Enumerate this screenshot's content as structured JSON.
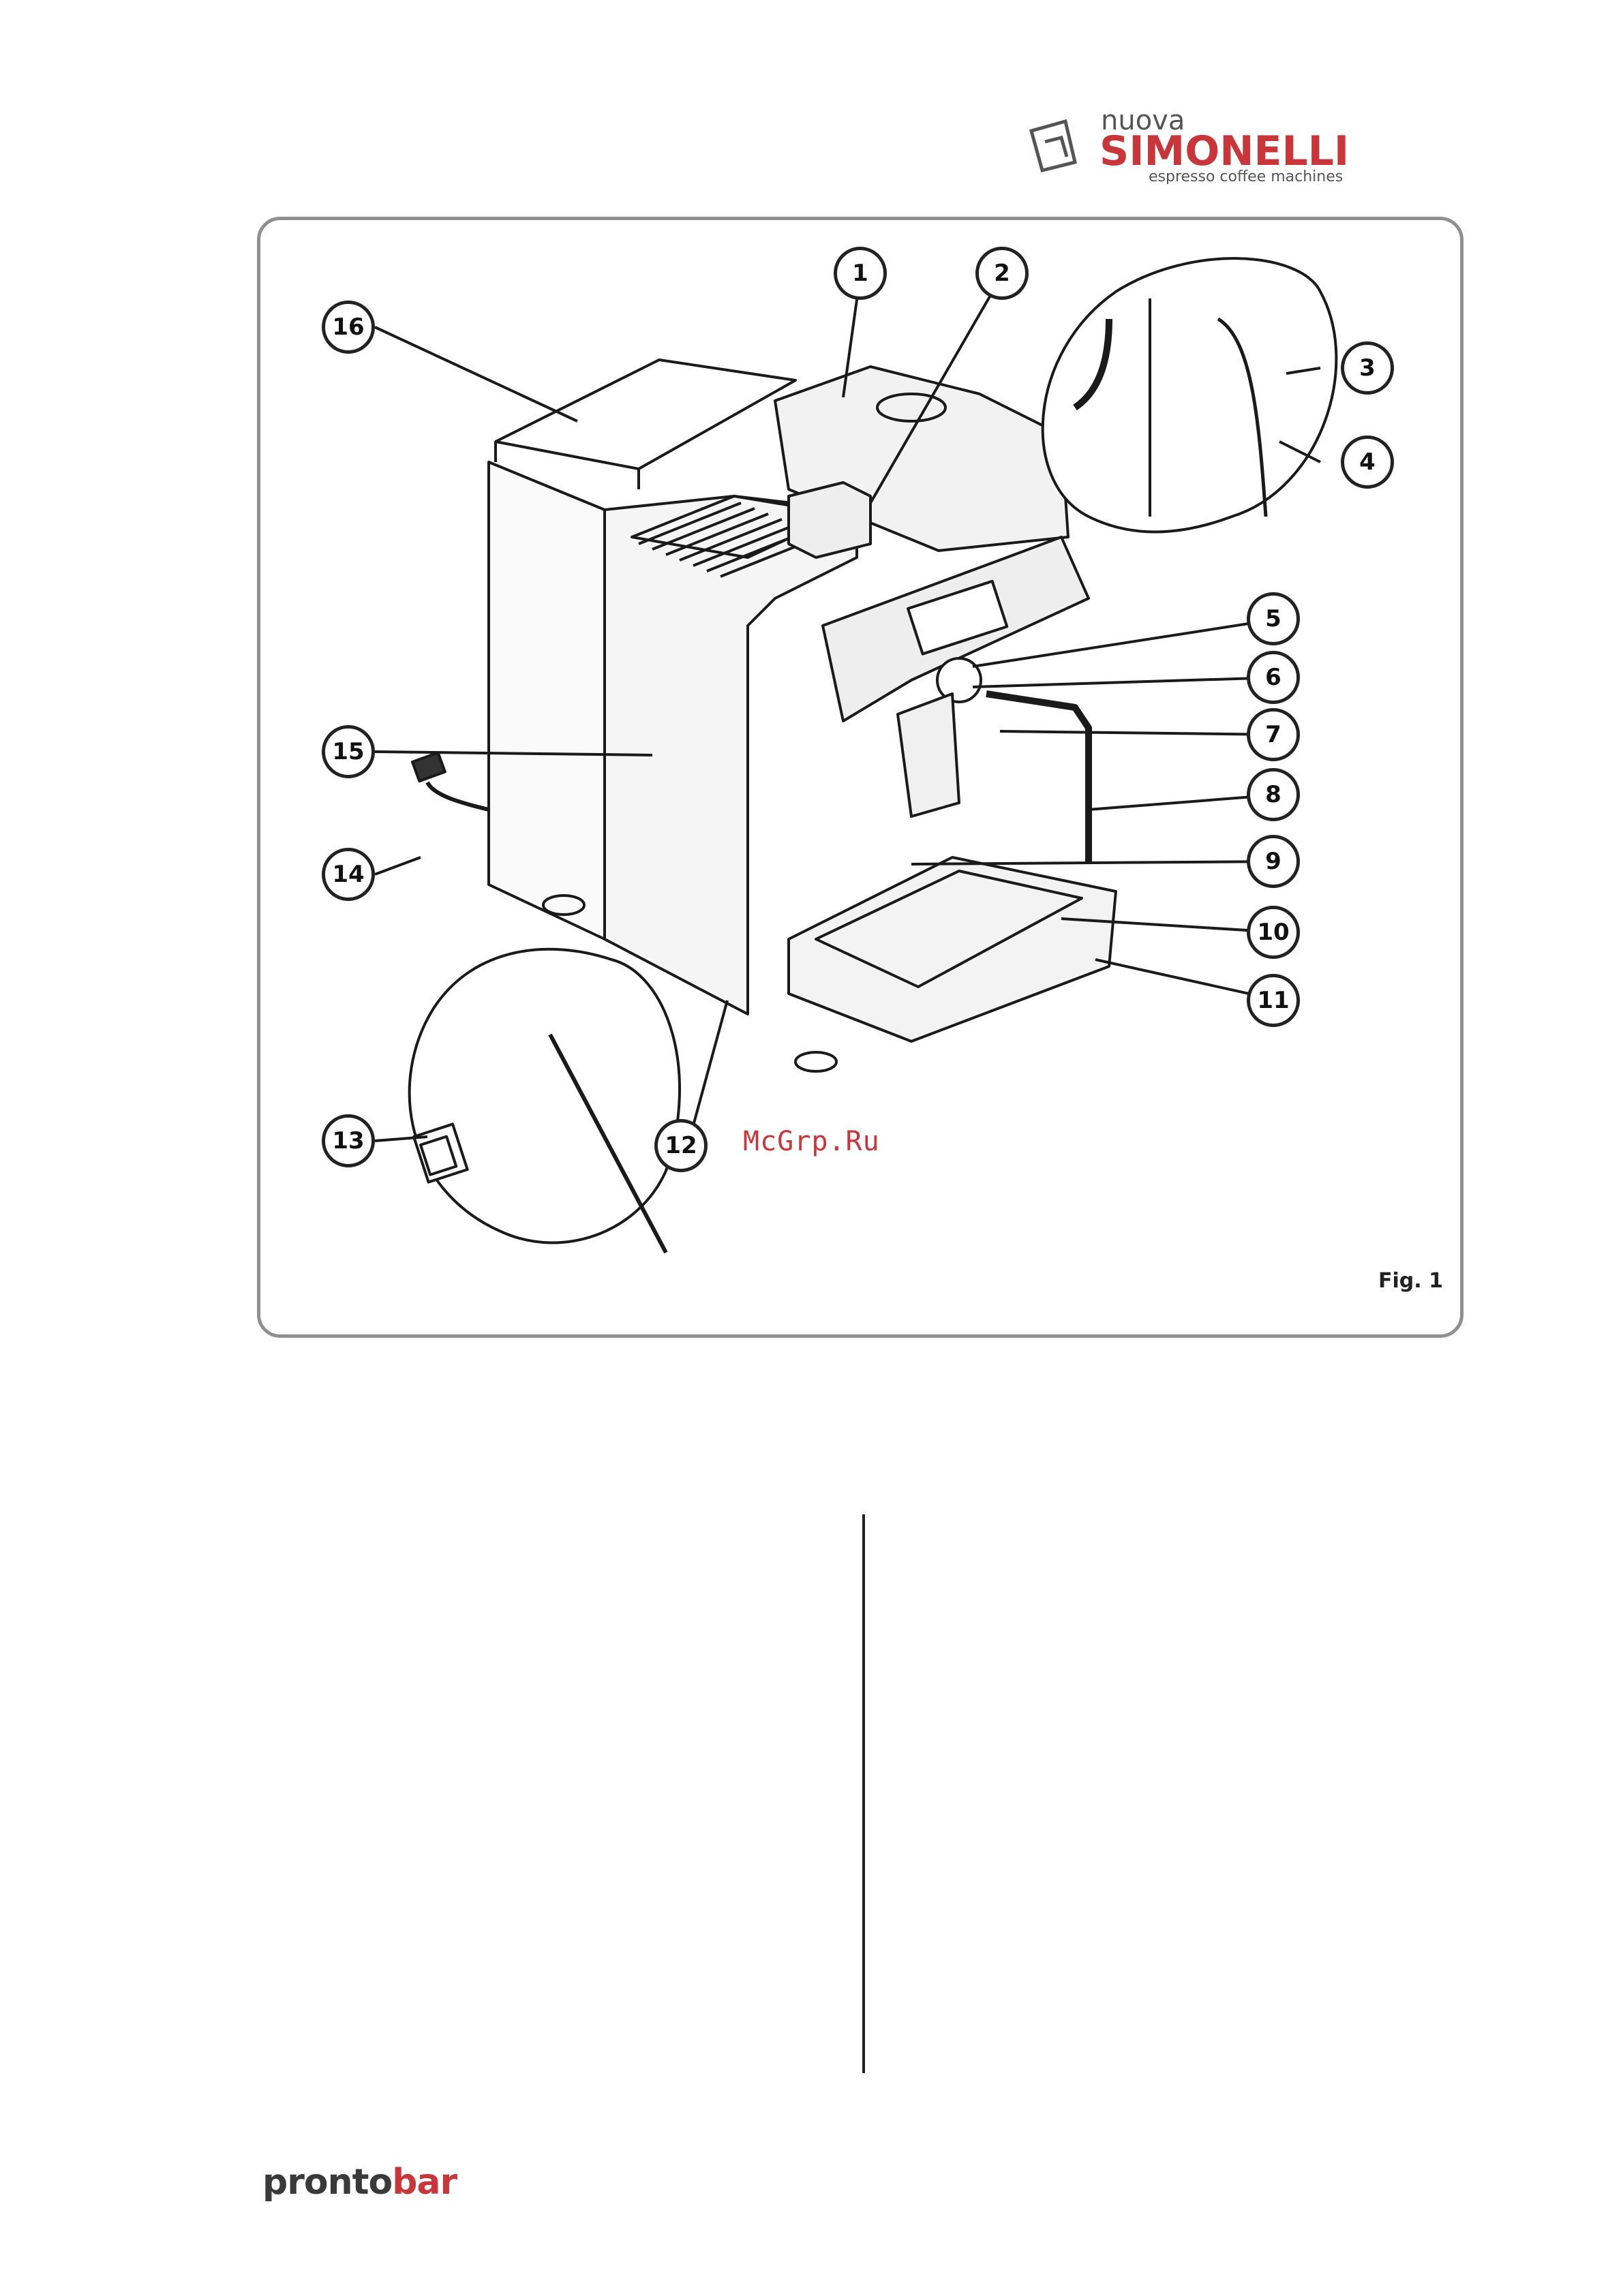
{
  "header": {
    "brand": {
      "line1": "nuova",
      "line2": "SIMONELLI",
      "tagline": "espresso coffee machines",
      "color": "#c8363a"
    }
  },
  "figure": {
    "callouts": [
      "1",
      "2",
      "3",
      "4",
      "5",
      "6",
      "7",
      "8",
      "9",
      "10",
      "11",
      "12",
      "13",
      "14",
      "15",
      "16"
    ],
    "caption": "Fig. 1"
  },
  "watermark": "McGrp.Ru",
  "footer": {
    "logo_part1": "pronto",
    "logo_part2": "bar"
  }
}
